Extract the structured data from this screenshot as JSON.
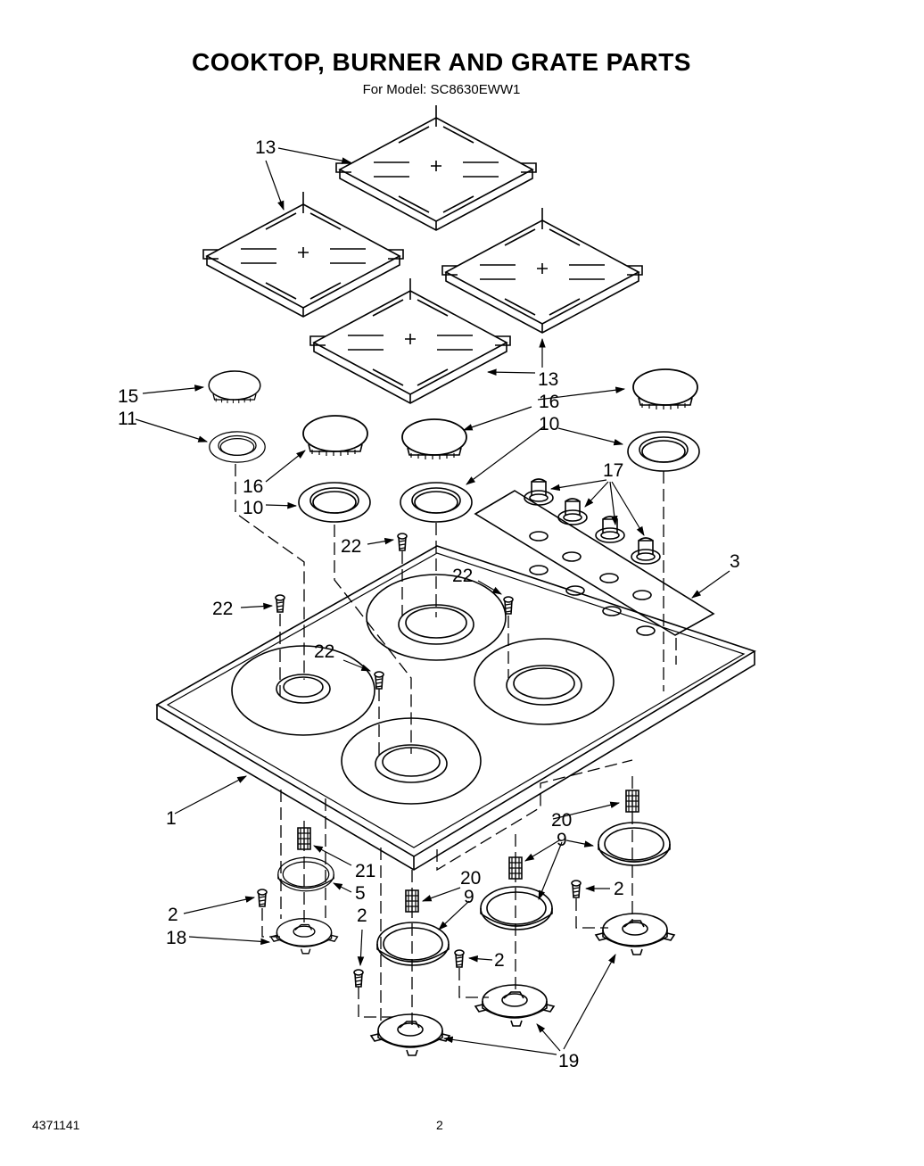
{
  "title": "COOKTOP, BURNER AND GRATE PARTS",
  "subtitle": "For Model: SC8630EWW1",
  "doc_number": "4371141",
  "page_number": "2",
  "callouts": {
    "c13a": "13",
    "c13b": "13",
    "c15": "15",
    "c11": "11",
    "c16a": "16",
    "c16b": "16",
    "c10a": "10",
    "c10b": "10",
    "c17": "17",
    "c3": "3",
    "c22a": "22",
    "c22b": "22",
    "c22c": "22",
    "c22d": "22",
    "c1": "1",
    "c21": "21",
    "c5": "5",
    "c2a": "2",
    "c2b": "2",
    "c2c": "2",
    "c2d": "2",
    "c18": "18",
    "c20a": "20",
    "c20b": "20",
    "c9a": "9",
    "c9b": "9",
    "c19": "19"
  }
}
